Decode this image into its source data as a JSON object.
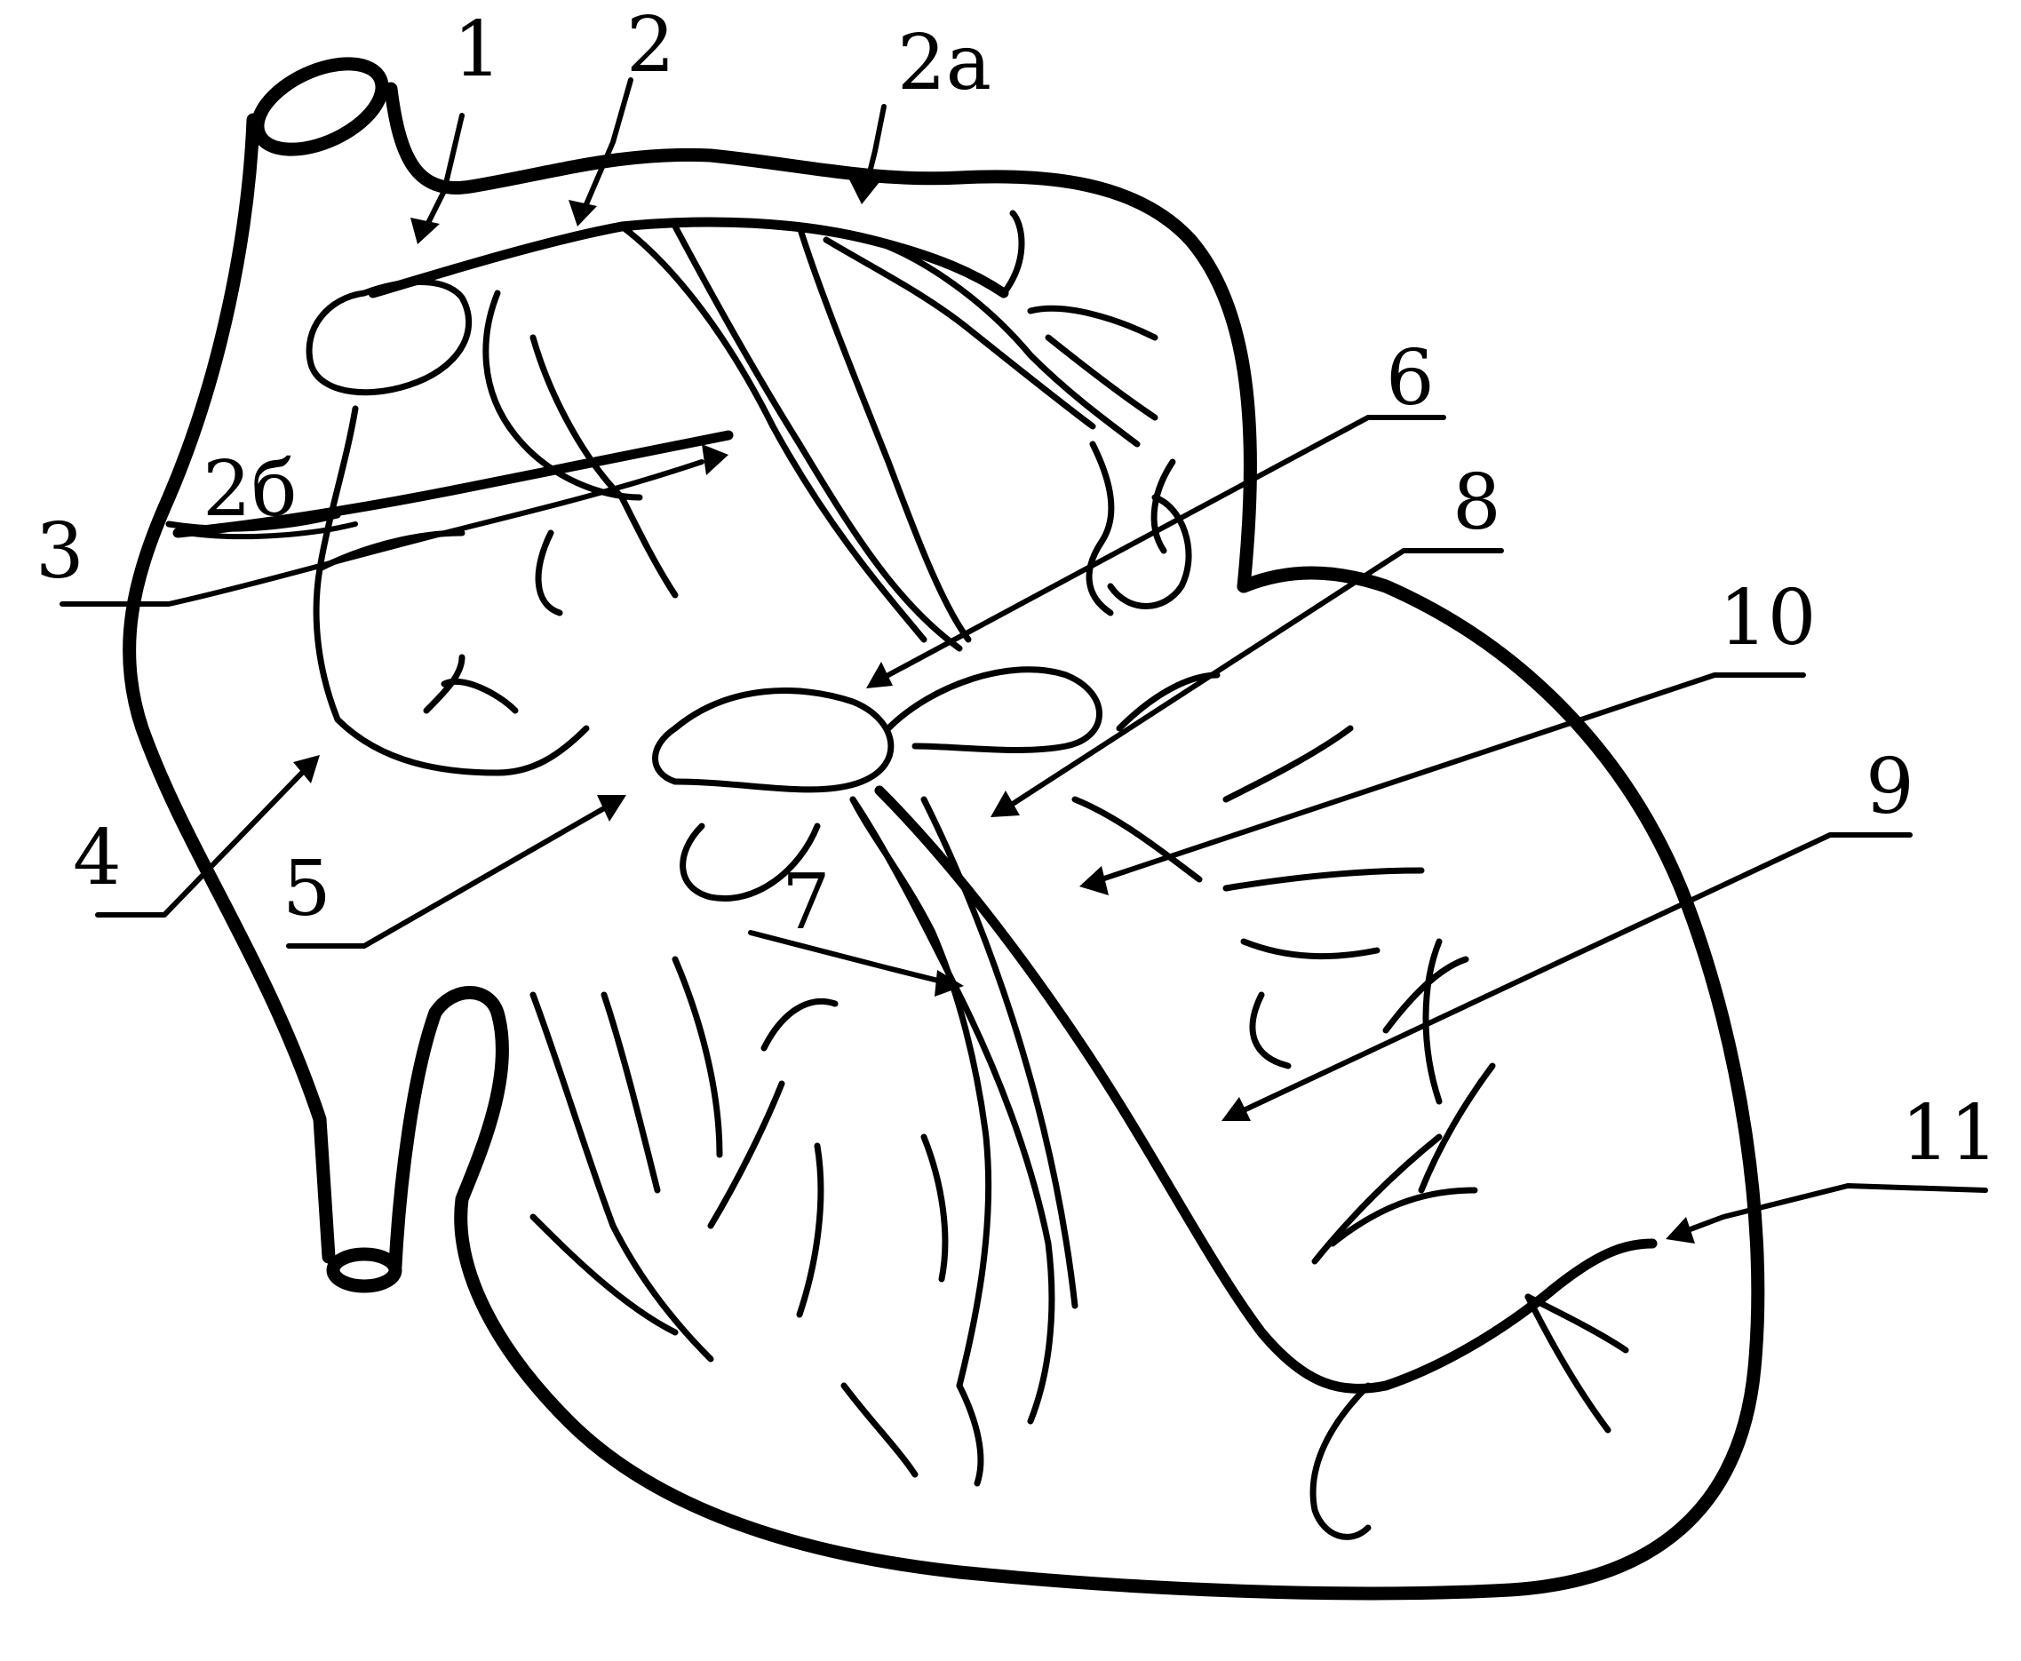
{
  "labels": {
    "l1": "1",
    "l2": "2",
    "l2a": "2а",
    "l2b": "2б",
    "l3": "3",
    "l4": "4",
    "l5": "5",
    "l6": "6",
    "l7": "7",
    "l8": "8",
    "l9": "9",
    "l10": "10",
    "l11": "11"
  }
}
